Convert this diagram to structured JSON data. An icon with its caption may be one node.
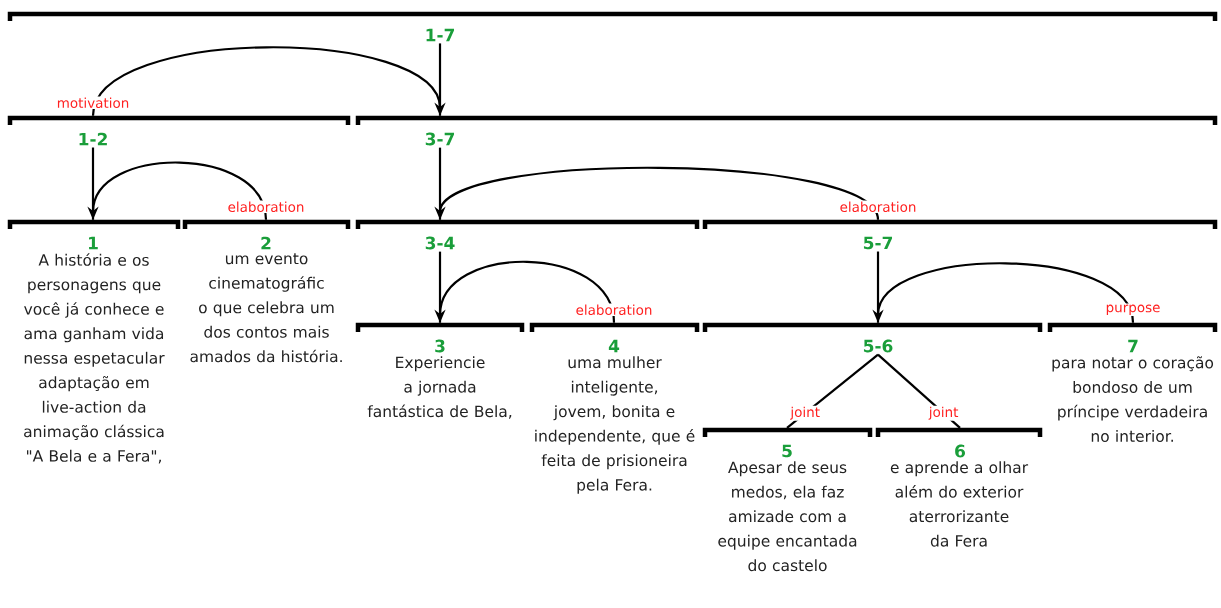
{
  "diagram": {
    "nodes": [
      {
        "text": [
          "1-7"
        ]
      },
      {
        "text": [
          "1-2"
        ]
      },
      {
        "text": [
          "3-7"
        ]
      },
      {
        "text": [
          "1",
          "A história e os personagens que você já conhece e ama ganham vida nessa espetacular adaptação em live-action da animação clássica \"A Bela e a Fera\","
        ]
      },
      {
        "text": [
          "2",
          "um evento cinematográfic o que celebra um dos contos mais amados da história."
        ]
      },
      {
        "text": [
          "3-4"
        ]
      },
      {
        "text": [
          "5-7"
        ]
      },
      {
        "text": [
          "3",
          "Experiencie a jornada fantástica de Bela,"
        ]
      },
      {
        "text": [
          "4",
          "uma mulher inteligente, jovem, bonita e independente, que é feita de prisioneira pela Fera."
        ]
      },
      {
        "text": [
          "5-6"
        ]
      },
      {
        "text": [
          "7",
          "para notar o coração bondoso de um príncipe verdadeira no interior."
        ]
      },
      {
        "text": [
          "5",
          "Apesar de seus medos, ela faz amizade com a equipe encantada do castelo"
        ]
      },
      {
        "text": [
          "6",
          "e aprende a olhar além do exterior aterrorizante da Fera"
        ]
      }
    ],
    "edges": [
      {
        "from": 0,
        "to": 2,
        "arrow": "none"
      },
      {
        "from": 1,
        "to": 2,
        "arrow": "to",
        "label": "motivation"
      },
      {
        "from": 1,
        "to": 3,
        "arrow": "none"
      },
      {
        "from": 4,
        "to": 3,
        "arrow": "to",
        "label": "elaboration"
      },
      {
        "from": 2,
        "to": 5,
        "arrow": "none"
      },
      {
        "from": 6,
        "to": 5,
        "arrow": "to",
        "label": "elaboration"
      },
      {
        "from": 5,
        "to": 7,
        "arrow": "none"
      },
      {
        "from": 8,
        "to": 7,
        "arrow": "to",
        "label": "elaboration"
      },
      {
        "from": 6,
        "to": 9,
        "arrow": "none"
      },
      {
        "from": 10,
        "to": 9,
        "arrow": "to",
        "label": "purpose"
      },
      {
        "from": 9,
        "to": 11,
        "arrow": "none",
        "label": "joint"
      },
      {
        "from": 9,
        "to": 12,
        "arrow": "none",
        "label": "joint"
      }
    ]
  }
}
